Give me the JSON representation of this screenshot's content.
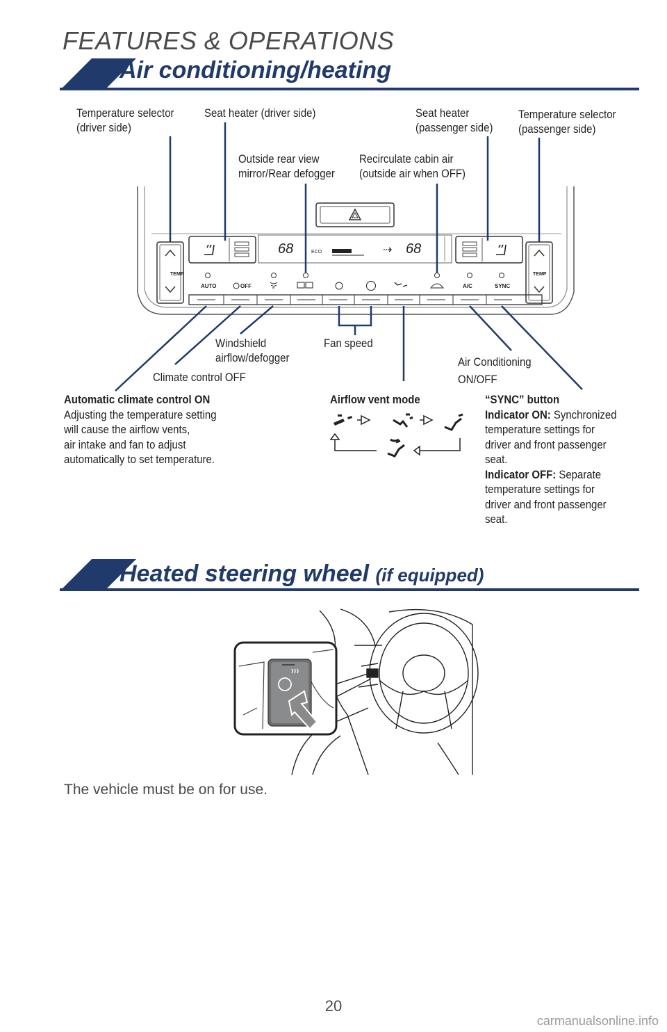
{
  "header": {
    "title": "FEATURES & OPERATIONS"
  },
  "section1": {
    "title": "Air conditioning/heating"
  },
  "callouts": {
    "temp_driver": "Temperature selector\n(driver side)",
    "seat_driver": "Seat heater (driver side)",
    "seat_passenger": "Seat heater\n(passenger side)",
    "temp_passenger": "Temperature selector\n(passenger side)",
    "mirror_defogger": "Outside rear view\nmirror/Rear defogger",
    "recirculate": "Recirculate cabin air\n(outside air when OFF)",
    "windshield": "Windshield\nairflow/defogger",
    "fan_speed": "Fan speed",
    "climate_off": "Climate control OFF",
    "ac_onoff": "Air Conditioning\nON/OFF"
  },
  "panel": {
    "temp_left": "68",
    "temp_right": "68",
    "eco": "ECO",
    "temp_label": "TEMP",
    "btn_auto": "AUTO",
    "btn_off": "OFF",
    "btn_ac": "A/C",
    "btn_sync": "SYNC"
  },
  "notes": {
    "auto_title": "Automatic climate control ON",
    "auto_body": "Adjusting the temperature setting\nwill cause the airflow vents,\nair intake and fan to adjust\nautomatically to set temperature.",
    "airflow_title": "Airflow vent mode",
    "sync_title": "“SYNC” button",
    "sync_on_label": "Indicator ON:",
    "sync_on_text": " Synchronized",
    "sync_on_body": "temperature settings for\ndriver and front passenger\nseat.",
    "sync_off_label": "Indicator OFF:",
    "sync_off_text": " Separate",
    "sync_off_body": "temperature settings for\ndriver and front passenger\nseat."
  },
  "section2": {
    "title": "Heated steering wheel",
    "subtitle": "(if equipped)"
  },
  "body_text": "The vehicle must be on for use.",
  "page_number": "20",
  "watermark": "carmanualsonline.info",
  "colors": {
    "navy": "#1f3a6b",
    "text": "#231f20",
    "gray": "#4a4a4a",
    "arrow": "#8a8a8a"
  }
}
